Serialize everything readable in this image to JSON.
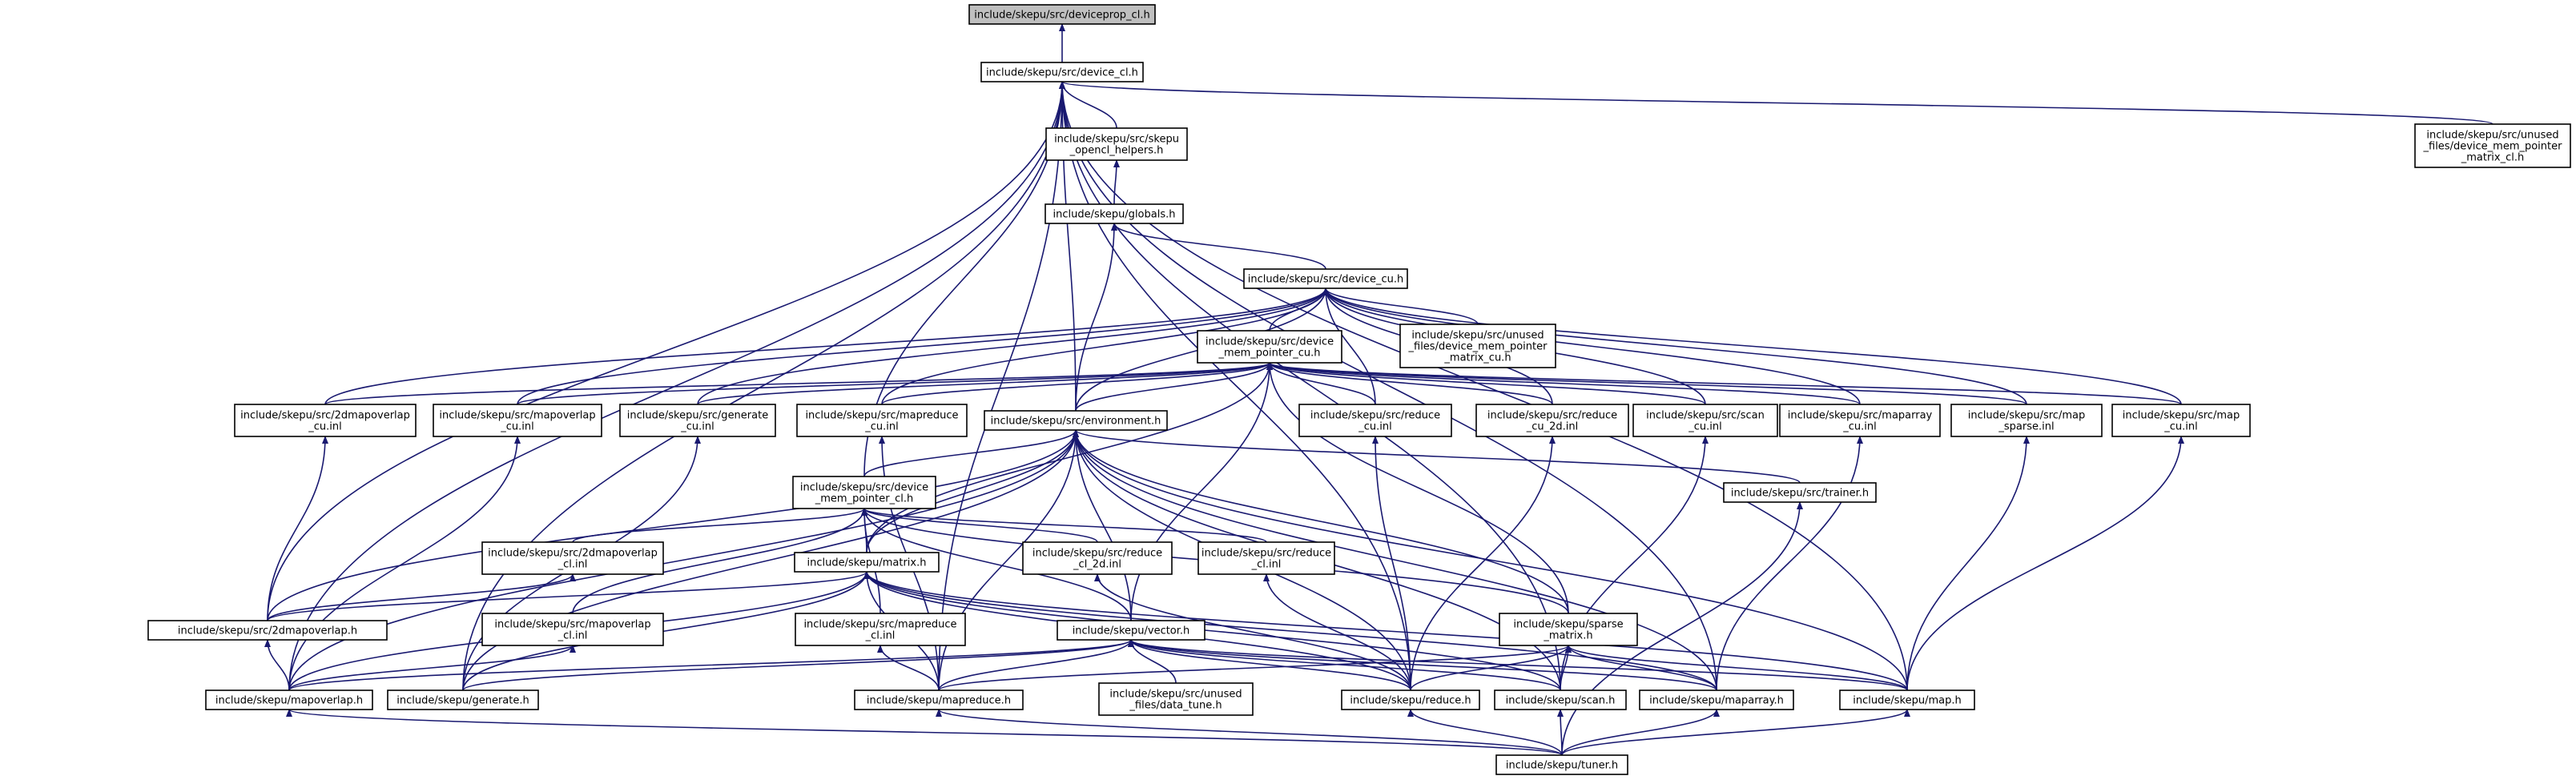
{
  "colors": {
    "edge": "#191970",
    "node_border": "#000000",
    "root_fill": "#bfbfbf",
    "node_fill": "#ffffff",
    "background": "#ffffff"
  },
  "nodes": [
    {
      "id": "deviceprop_cl",
      "lines": [
        "include/skepu/src/deviceprop_cl.h"
      ],
      "root": true
    },
    {
      "id": "device_cl",
      "lines": [
        "include/skepu/src/device_cl.h"
      ]
    },
    {
      "id": "opencl_helpers",
      "lines": [
        "include/skepu/src/skepu",
        "_opencl_helpers.h"
      ]
    },
    {
      "id": "unused_dmp_matrix_cl",
      "lines": [
        "include/skepu/src/unused",
        "_files/device_mem_pointer",
        "_matrix_cl.h"
      ]
    },
    {
      "id": "globals",
      "lines": [
        "include/skepu/globals.h"
      ]
    },
    {
      "id": "device_cu",
      "lines": [
        "include/skepu/src/device_cu.h"
      ]
    },
    {
      "id": "dmp_cu",
      "lines": [
        "include/skepu/src/device",
        "_mem_pointer_cu.h"
      ]
    },
    {
      "id": "unused_dmp_matrix_cu",
      "lines": [
        "include/skepu/src/unused",
        "_files/device_mem_pointer",
        "_matrix_cu.h"
      ]
    },
    {
      "id": "mo2d_cu",
      "lines": [
        "include/skepu/src/2dmapoverlap",
        "_cu.inl"
      ]
    },
    {
      "id": "mo_cu",
      "lines": [
        "include/skepu/src/mapoverlap",
        "_cu.inl"
      ]
    },
    {
      "id": "gen_cu",
      "lines": [
        "include/skepu/src/generate",
        "_cu.inl"
      ]
    },
    {
      "id": "mr_cu",
      "lines": [
        "include/skepu/src/mapreduce",
        "_cu.inl"
      ]
    },
    {
      "id": "environment",
      "lines": [
        "include/skepu/src/environment.h"
      ]
    },
    {
      "id": "red_cu",
      "lines": [
        "include/skepu/src/reduce",
        "_cu.inl"
      ]
    },
    {
      "id": "red_cu_2d",
      "lines": [
        "include/skepu/src/reduce",
        "_cu_2d.inl"
      ]
    },
    {
      "id": "scan_cu",
      "lines": [
        "include/skepu/src/scan",
        "_cu.inl"
      ]
    },
    {
      "id": "maparray_cu",
      "lines": [
        "include/skepu/src/maparray",
        "_cu.inl"
      ]
    },
    {
      "id": "map_sparse",
      "lines": [
        "include/skepu/src/map",
        "_sparse.inl"
      ]
    },
    {
      "id": "map_cu",
      "lines": [
        "include/skepu/src/map",
        "_cu.inl"
      ]
    },
    {
      "id": "dmp_cl",
      "lines": [
        "include/skepu/src/device",
        "_mem_pointer_cl.h"
      ]
    },
    {
      "id": "trainer",
      "lines": [
        "include/skepu/src/trainer.h"
      ]
    },
    {
      "id": "mo2d_cl",
      "lines": [
        "include/skepu/src/2dmapoverlap",
        "_cl.inl"
      ]
    },
    {
      "id": "matrix",
      "lines": [
        "include/skepu/matrix.h"
      ]
    },
    {
      "id": "red_cl_2d",
      "lines": [
        "include/skepu/src/reduce",
        "_cl_2d.inl"
      ]
    },
    {
      "id": "red_cl",
      "lines": [
        "include/skepu/src/reduce",
        "_cl.inl"
      ]
    },
    {
      "id": "mapoverlap2d",
      "lines": [
        "include/skepu/src/2dmapoverlap.h"
      ]
    },
    {
      "id": "mo_cl",
      "lines": [
        "include/skepu/src/mapoverlap",
        "_cl.inl"
      ]
    },
    {
      "id": "mr_cl",
      "lines": [
        "include/skepu/src/mapreduce",
        "_cl.inl"
      ]
    },
    {
      "id": "vector",
      "lines": [
        "include/skepu/vector.h"
      ]
    },
    {
      "id": "sparse",
      "lines": [
        "include/skepu/sparse",
        "_matrix.h"
      ]
    },
    {
      "id": "mapoverlap",
      "lines": [
        "include/skepu/mapoverlap.h"
      ]
    },
    {
      "id": "generate",
      "lines": [
        "include/skepu/generate.h"
      ]
    },
    {
      "id": "mapreduce",
      "lines": [
        "include/skepu/mapreduce.h"
      ]
    },
    {
      "id": "data_tune",
      "lines": [
        "include/skepu/src/unused",
        "_files/data_tune.h"
      ]
    },
    {
      "id": "reduce",
      "lines": [
        "include/skepu/reduce.h"
      ]
    },
    {
      "id": "scan",
      "lines": [
        "include/skepu/scan.h"
      ]
    },
    {
      "id": "maparray",
      "lines": [
        "include/skepu/maparray.h"
      ]
    },
    {
      "id": "map",
      "lines": [
        "include/skepu/map.h"
      ]
    },
    {
      "id": "tuner",
      "lines": [
        "include/skepu/tuner.h"
      ]
    }
  ],
  "edges": [
    [
      "device_cl",
      "deviceprop_cl"
    ],
    [
      "opencl_helpers",
      "device_cl"
    ],
    [
      "unused_dmp_matrix_cl",
      "device_cl"
    ],
    [
      "environment",
      "device_cl"
    ],
    [
      "dmp_cl",
      "device_cl"
    ],
    [
      "mapoverlap2d",
      "device_cl"
    ],
    [
      "mapoverlap",
      "device_cl"
    ],
    [
      "generate",
      "device_cl"
    ],
    [
      "mapreduce",
      "device_cl"
    ],
    [
      "reduce",
      "device_cl"
    ],
    [
      "scan",
      "device_cl"
    ],
    [
      "maparray",
      "device_cl"
    ],
    [
      "map",
      "device_cl"
    ],
    [
      "globals",
      "opencl_helpers"
    ],
    [
      "environment",
      "globals"
    ],
    [
      "device_cu",
      "globals"
    ],
    [
      "dmp_cu",
      "device_cu"
    ],
    [
      "unused_dmp_matrix_cu",
      "device_cu"
    ],
    [
      "mo2d_cu",
      "device_cu"
    ],
    [
      "mo_cu",
      "device_cu"
    ],
    [
      "gen_cu",
      "device_cu"
    ],
    [
      "mr_cu",
      "device_cu"
    ],
    [
      "environment",
      "device_cu"
    ],
    [
      "red_cu",
      "device_cu"
    ],
    [
      "red_cu_2d",
      "device_cu"
    ],
    [
      "scan_cu",
      "device_cu"
    ],
    [
      "maparray_cu",
      "device_cu"
    ],
    [
      "map_sparse",
      "device_cu"
    ],
    [
      "map_cu",
      "device_cu"
    ],
    [
      "mo2d_cu",
      "dmp_cu"
    ],
    [
      "mo_cu",
      "dmp_cu"
    ],
    [
      "gen_cu",
      "dmp_cu"
    ],
    [
      "mr_cu",
      "dmp_cu"
    ],
    [
      "environment",
      "dmp_cu"
    ],
    [
      "red_cu",
      "dmp_cu"
    ],
    [
      "red_cu_2d",
      "dmp_cu"
    ],
    [
      "scan_cu",
      "dmp_cu"
    ],
    [
      "maparray_cu",
      "dmp_cu"
    ],
    [
      "map_sparse",
      "dmp_cu"
    ],
    [
      "map_cu",
      "dmp_cu"
    ],
    [
      "matrix",
      "dmp_cu"
    ],
    [
      "vector",
      "dmp_cu"
    ],
    [
      "sparse",
      "dmp_cu"
    ],
    [
      "mapoverlap2d",
      "mo2d_cu"
    ],
    [
      "mapoverlap",
      "mo_cu"
    ],
    [
      "generate",
      "gen_cu"
    ],
    [
      "mapreduce",
      "mr_cu"
    ],
    [
      "reduce",
      "red_cu"
    ],
    [
      "reduce",
      "red_cu_2d"
    ],
    [
      "scan",
      "scan_cu"
    ],
    [
      "maparray",
      "maparray_cu"
    ],
    [
      "map",
      "map_sparse"
    ],
    [
      "map",
      "map_cu"
    ],
    [
      "dmp_cl",
      "environment"
    ],
    [
      "trainer",
      "environment"
    ],
    [
      "matrix",
      "environment"
    ],
    [
      "vector",
      "environment"
    ],
    [
      "sparse",
      "environment"
    ],
    [
      "mapoverlap2d",
      "environment"
    ],
    [
      "mapoverlap",
      "environment"
    ],
    [
      "generate",
      "environment"
    ],
    [
      "mapreduce",
      "environment"
    ],
    [
      "reduce",
      "environment"
    ],
    [
      "scan",
      "environment"
    ],
    [
      "maparray",
      "environment"
    ],
    [
      "map",
      "environment"
    ],
    [
      "mo2d_cl",
      "dmp_cl"
    ],
    [
      "matrix",
      "dmp_cl"
    ],
    [
      "red_cl_2d",
      "dmp_cl"
    ],
    [
      "red_cl",
      "dmp_cl"
    ],
    [
      "mo_cl",
      "dmp_cl"
    ],
    [
      "mr_cl",
      "dmp_cl"
    ],
    [
      "vector",
      "dmp_cl"
    ],
    [
      "sparse",
      "dmp_cl"
    ],
    [
      "tuner",
      "trainer"
    ],
    [
      "mapoverlap2d",
      "mo2d_cl"
    ],
    [
      "mapoverlap2d",
      "matrix"
    ],
    [
      "mapoverlap",
      "matrix"
    ],
    [
      "generate",
      "matrix"
    ],
    [
      "mapreduce",
      "matrix"
    ],
    [
      "reduce",
      "matrix"
    ],
    [
      "scan",
      "matrix"
    ],
    [
      "maparray",
      "matrix"
    ],
    [
      "map",
      "matrix"
    ],
    [
      "reduce",
      "red_cl_2d"
    ],
    [
      "reduce",
      "red_cl"
    ],
    [
      "mapoverlap",
      "mapoverlap2d"
    ],
    [
      "mapoverlap",
      "mo_cl"
    ],
    [
      "mapreduce",
      "mr_cl"
    ],
    [
      "mapoverlap",
      "vector"
    ],
    [
      "generate",
      "vector"
    ],
    [
      "mapreduce",
      "vector"
    ],
    [
      "data_tune",
      "vector"
    ],
    [
      "reduce",
      "vector"
    ],
    [
      "scan",
      "vector"
    ],
    [
      "maparray",
      "vector"
    ],
    [
      "map",
      "vector"
    ],
    [
      "mapreduce",
      "sparse"
    ],
    [
      "reduce",
      "sparse"
    ],
    [
      "scan",
      "sparse"
    ],
    [
      "maparray",
      "sparse"
    ],
    [
      "map",
      "sparse"
    ],
    [
      "tuner",
      "mapoverlap"
    ],
    [
      "tuner",
      "mapreduce"
    ],
    [
      "tuner",
      "reduce"
    ],
    [
      "tuner",
      "scan"
    ],
    [
      "tuner",
      "maparray"
    ],
    [
      "tuner",
      "map"
    ]
  ]
}
